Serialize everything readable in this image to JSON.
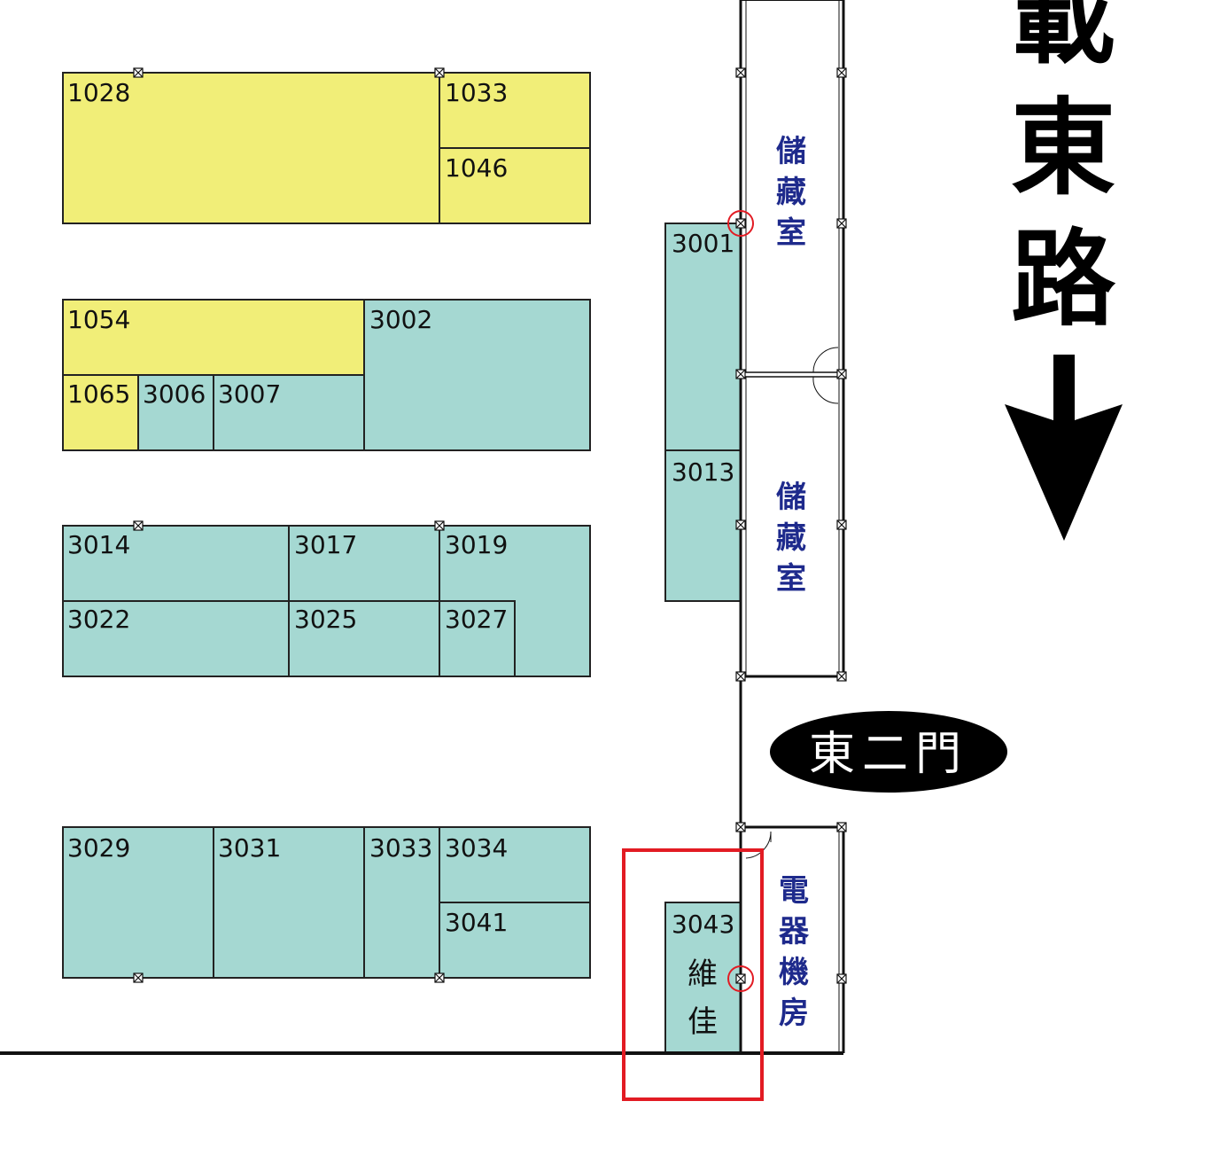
{
  "colors": {
    "yellow": "#f1ee78",
    "teal": "#a5d8d2",
    "room_text": "#1e2a8c",
    "highlight": "#e21b23",
    "outline": "#222222"
  },
  "road_label": "…載東路",
  "gate_label": "東二門",
  "rooms": {
    "storage_1": "儲藏室",
    "storage_2": "儲藏室",
    "electric": "電器機房"
  },
  "highlight_booth": {
    "number": "3043",
    "tenant": "維佳"
  },
  "booths": [
    {
      "id": "1028",
      "color": "yellow"
    },
    {
      "id": "1033",
      "color": "yellow"
    },
    {
      "id": "1046",
      "color": "yellow"
    },
    {
      "id": "1054",
      "color": "yellow"
    },
    {
      "id": "1065",
      "color": "yellow"
    },
    {
      "id": "3002",
      "color": "teal"
    },
    {
      "id": "3006",
      "color": "teal"
    },
    {
      "id": "3007",
      "color": "teal"
    },
    {
      "id": "3001",
      "color": "teal"
    },
    {
      "id": "3013",
      "color": "teal"
    },
    {
      "id": "3014",
      "color": "teal"
    },
    {
      "id": "3017",
      "color": "teal"
    },
    {
      "id": "3019",
      "color": "teal"
    },
    {
      "id": "3022",
      "color": "teal"
    },
    {
      "id": "3025",
      "color": "teal"
    },
    {
      "id": "3027",
      "color": "teal"
    },
    {
      "id": "3029",
      "color": "teal"
    },
    {
      "id": "3031",
      "color": "teal"
    },
    {
      "id": "3033",
      "color": "teal"
    },
    {
      "id": "3034",
      "color": "teal"
    },
    {
      "id": "3041",
      "color": "teal"
    }
  ],
  "arrow_icon": "arrow-down-icon"
}
